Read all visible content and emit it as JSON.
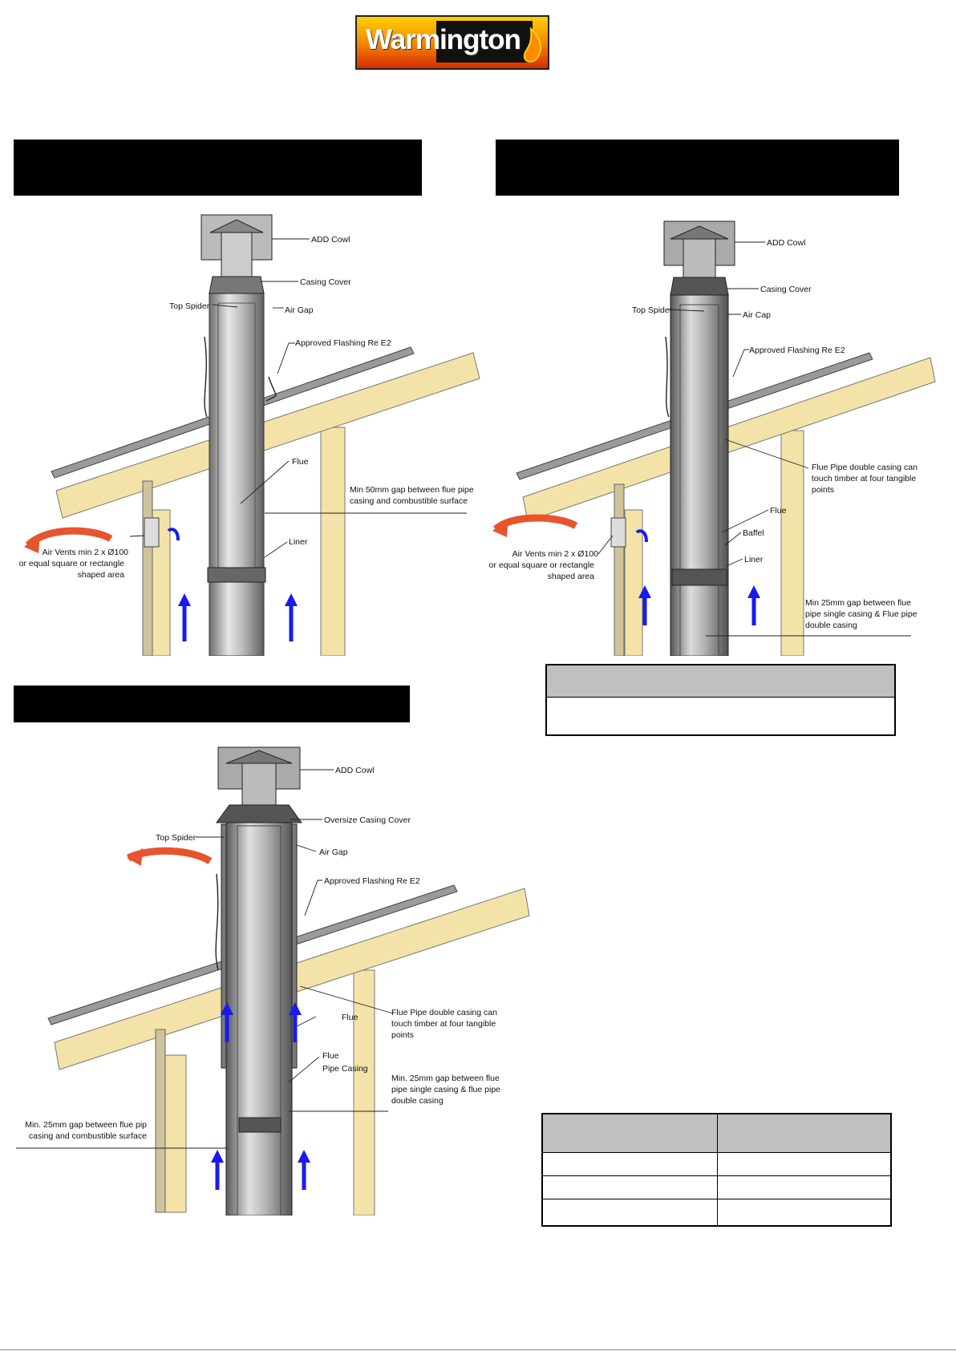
{
  "logo": {
    "brand": "Warmington"
  },
  "diagram_a": {
    "labels": {
      "cowl": "ADD Cowl",
      "casing_cover": "Casing Cover",
      "top_spider": "Top Spider",
      "air_gap": "Air Gap",
      "flashing": "Approved Flashing Re E2",
      "flue": "Flue",
      "gap_1": "Min 50mm gap between flue pipe",
      "gap_2": "casing and combustible surface",
      "vents_1": "Air Vents min 2 x Ø100",
      "vents_2": "or equal square or rectangle",
      "vents_3": "shaped area",
      "liner": "Liner"
    }
  },
  "diagram_b": {
    "labels": {
      "cowl": "ADD Cowl",
      "casing_cover": "Casing Cover",
      "top_spider": "Top Spider",
      "air_cap": "Air Cap",
      "flashing": "Approved Flashing Re E2",
      "double_1": "Flue Pipe double casing can",
      "double_2": "touch timber at four tangible",
      "double_3": "points",
      "vents_1": "Air Vents min 2 x Ø100",
      "vents_2": "or equal square or rectangle",
      "vents_3": "shaped area",
      "flue": "Flue",
      "baffel": "Baffel",
      "liner": "Liner",
      "gap_1": "Min 25mm gap between flue",
      "gap_2": "pipe single casing & Flue pipe",
      "gap_3": "double casing"
    }
  },
  "diagram_c": {
    "labels": {
      "cowl": "ADD Cowl",
      "casing_cover": "Oversize Casing Cover",
      "top_spider": "Top Spider",
      "air_gap": "Air Gap",
      "flashing": "Approved Flashing Re E2",
      "double_1": "Flue Pipe double casing can",
      "double_2": "touch timber at four tangible",
      "double_3": "points",
      "flue": "Flue",
      "casing_1": "Flue",
      "casing_2": "Pipe Casing",
      "gap_1": "Min. 25mm gap between flue",
      "gap_2": "pipe single casing & flue pipe",
      "gap_3": "double casing",
      "left_1": "Min. 25mm gap between flue pip",
      "left_2": "casing and combustible surface"
    }
  },
  "colors": {
    "header_bar": "#000000",
    "table_header": "#c0c0c0",
    "arrow_blue": "#1a1aee",
    "arrow_red": "#e8542c",
    "timber": "#f3e3a8"
  }
}
